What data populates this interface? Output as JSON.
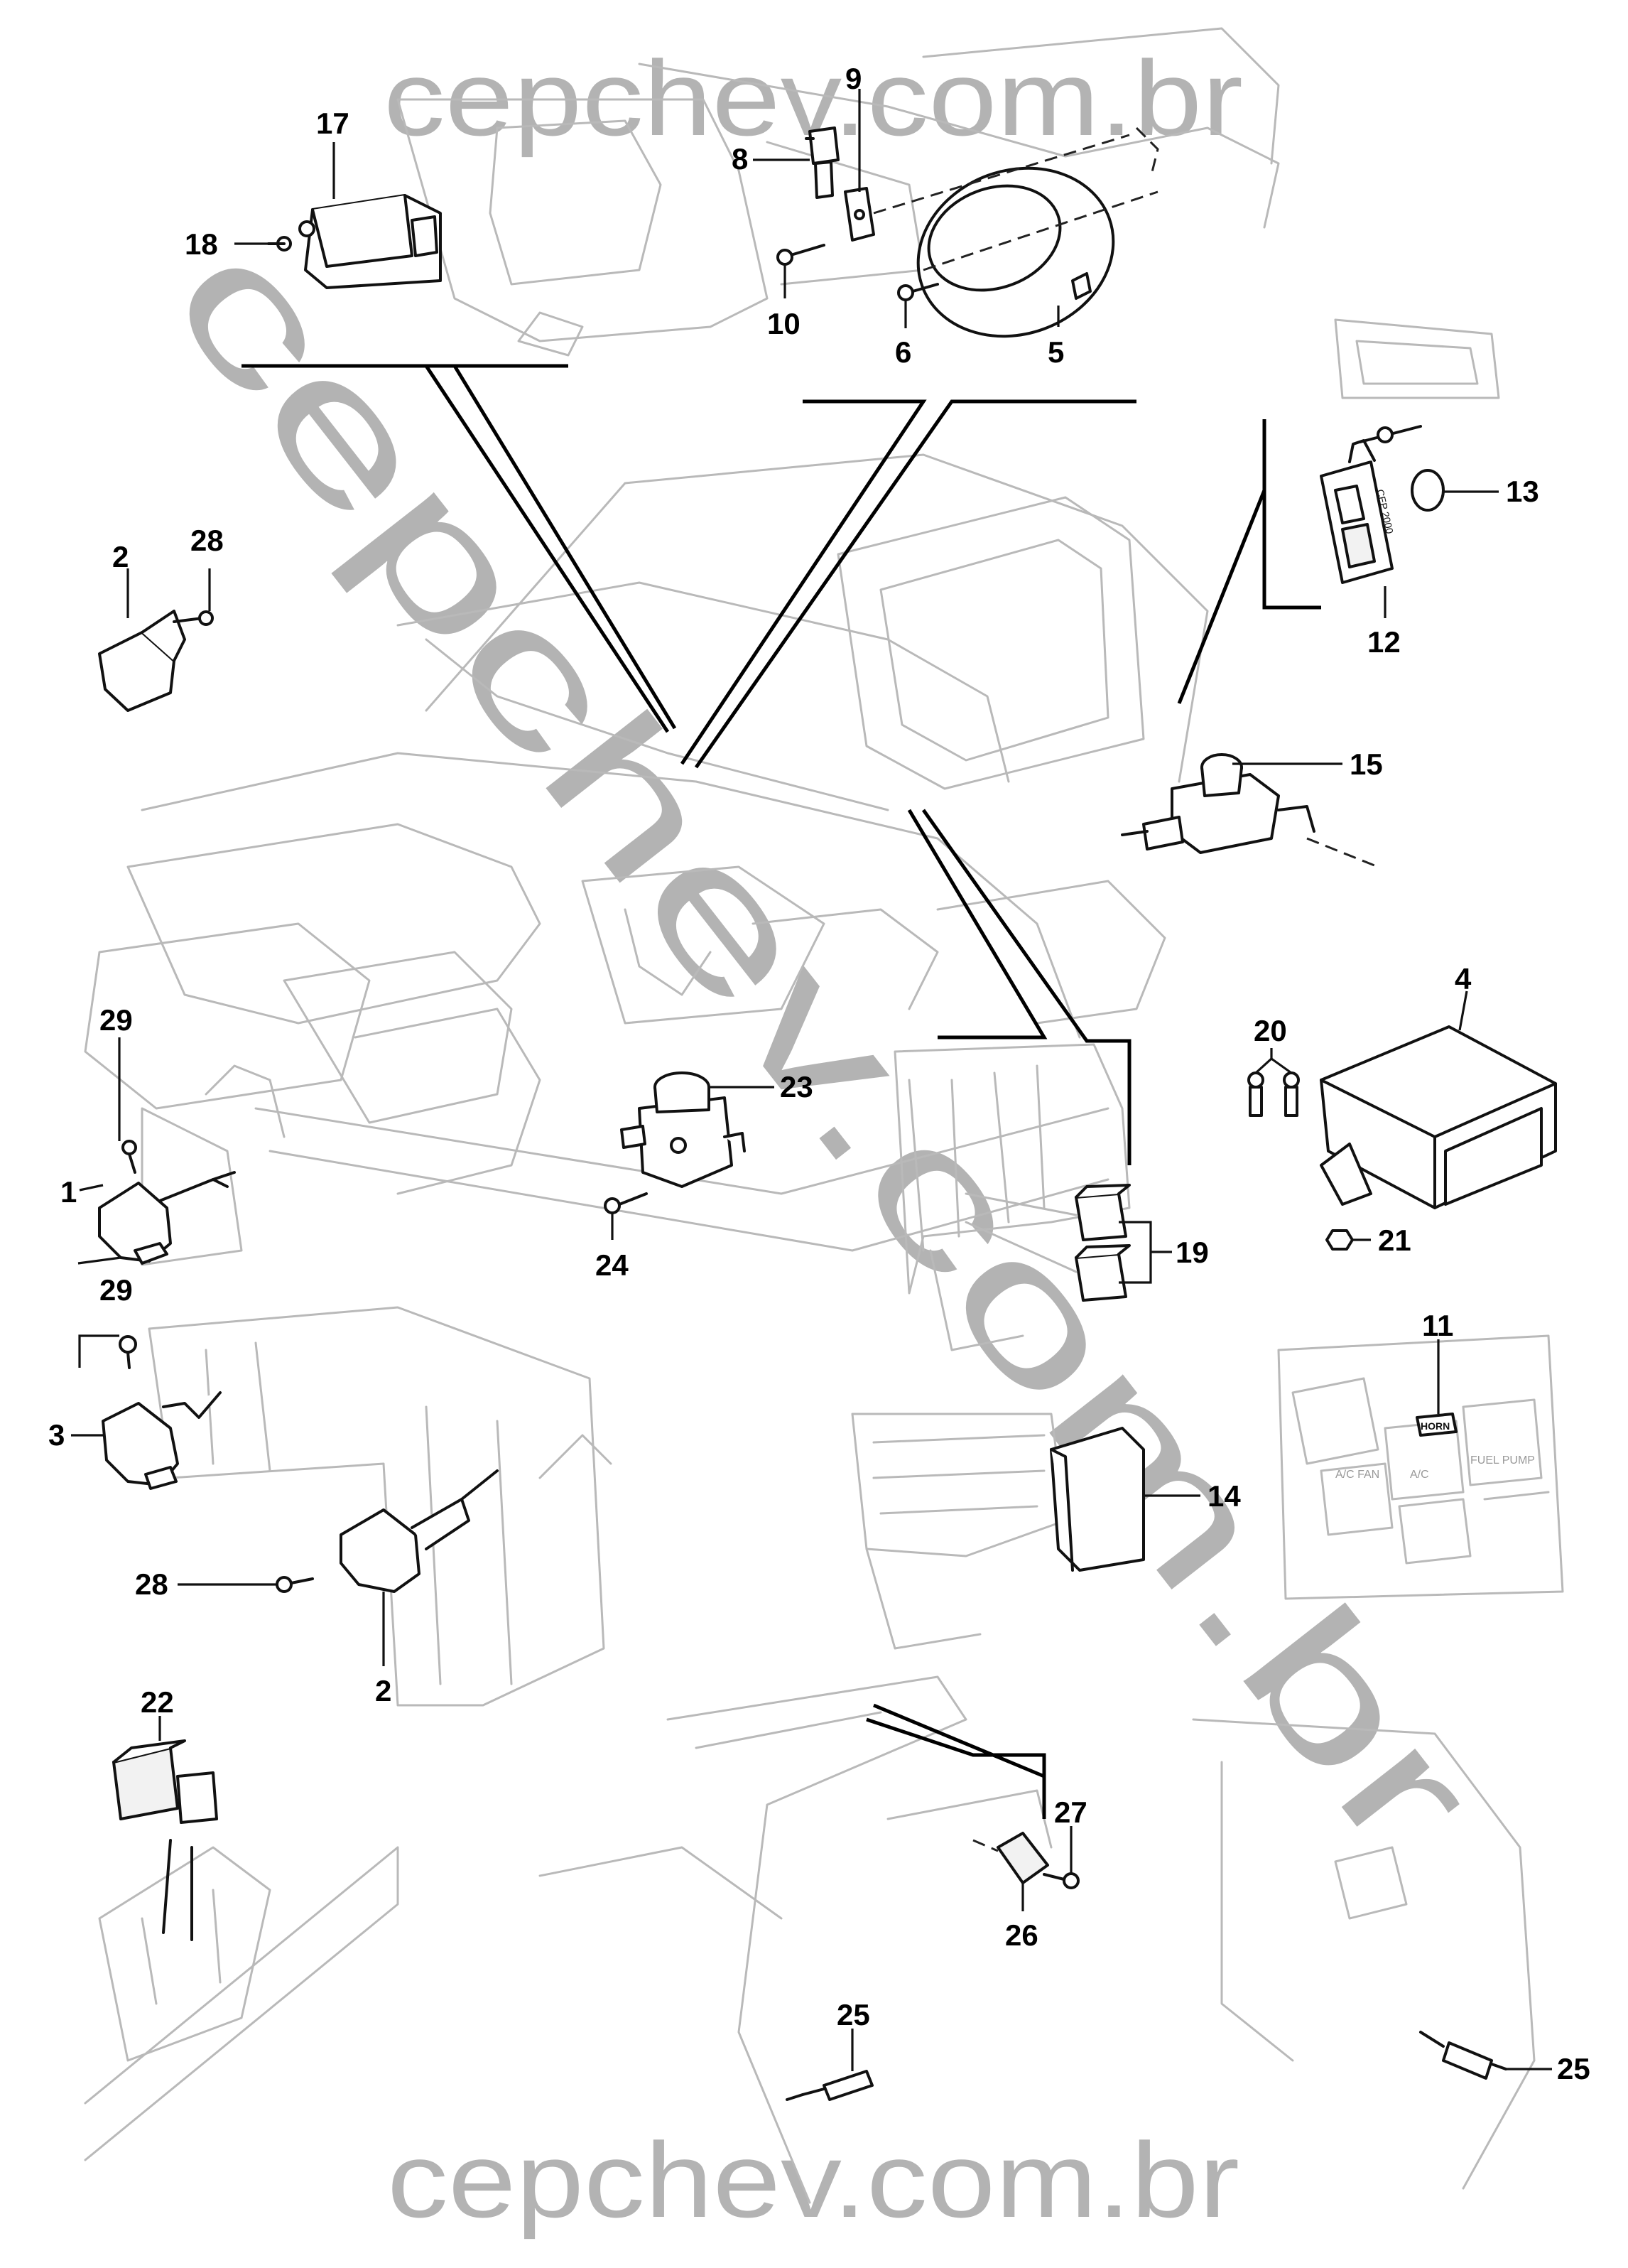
{
  "watermark": {
    "top": "cepchev.com.br",
    "bottom": "cepchev.com.br",
    "diagonal": "cepchev.com.br",
    "color": "#b3b3b3"
  },
  "callouts": {
    "c1": "1",
    "c2a": "2",
    "c2b": "2",
    "c3": "3",
    "c4": "4",
    "c5": "5",
    "c6": "6",
    "c8": "8",
    "c9": "9",
    "c10": "10",
    "c11": "11",
    "c12": "12",
    "c13": "13",
    "c14": "14",
    "c15": "15",
    "c17": "17",
    "c18": "18",
    "c19": "19",
    "c20": "20",
    "c21": "21",
    "c22": "22",
    "c23": "23",
    "c24": "24",
    "c25a": "25",
    "c25b": "25",
    "c26": "26",
    "c27": "27",
    "c28a": "28",
    "c28b": "28",
    "c29a": "29",
    "c29b": "29"
  },
  "fuse_box_labels": {
    "horn": "HORN",
    "fan": "A/C FAN",
    "ac": "A/C",
    "fuel": "FUEL PUMP"
  },
  "key_fob_text": "CEP 2000"
}
